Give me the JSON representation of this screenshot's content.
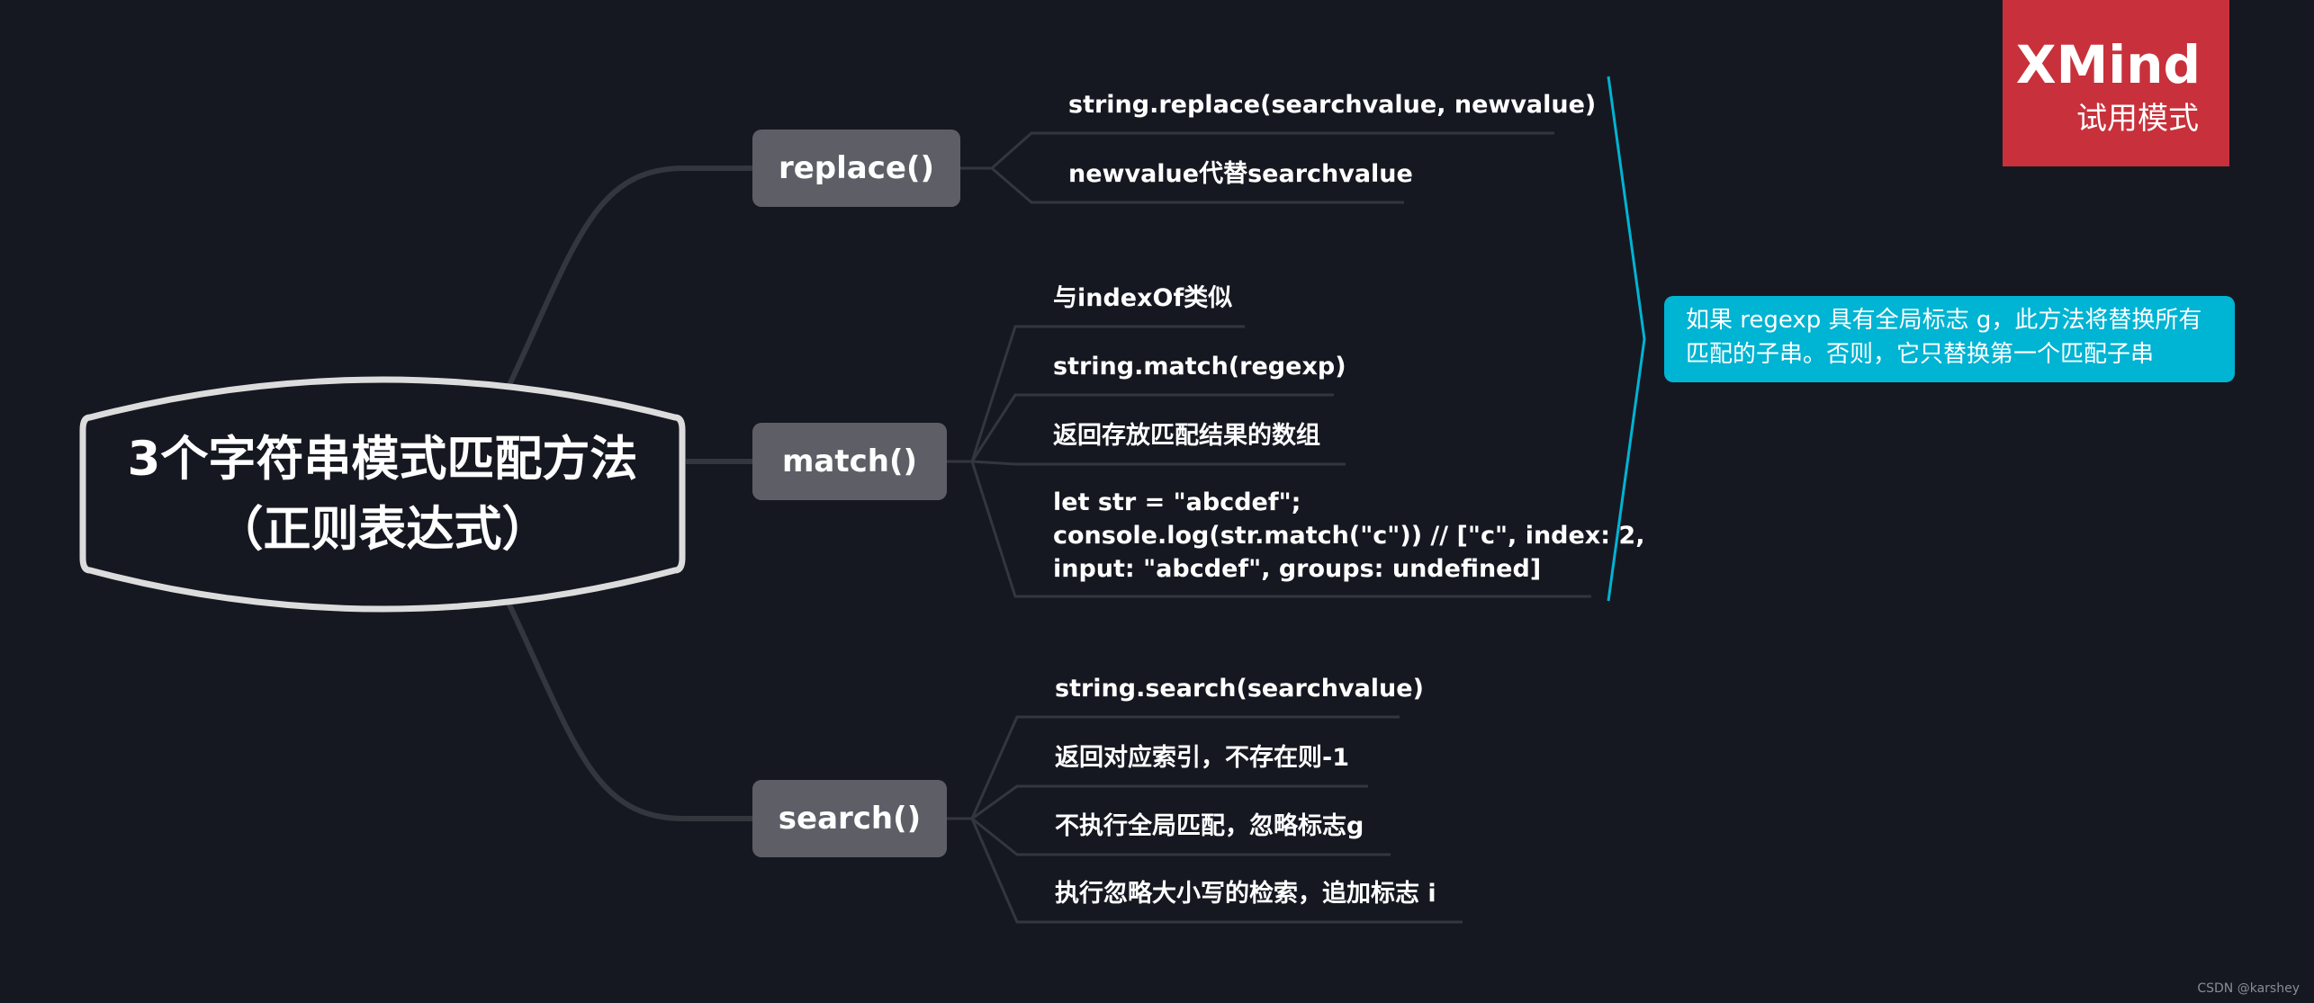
{
  "central_topic": "3个字符串模式匹配方法（正则表达式）",
  "topics": [
    {
      "key": "replace",
      "label": "replace()",
      "subtopics": [
        "string.replace(searchvalue, newvalue)",
        "newvalue代替searchvalue"
      ]
    },
    {
      "key": "match",
      "label": "match()",
      "subtopics": [
        "与indexOf类似",
        "string.match(regexp)",
        "返回存放匹配结果的数组",
        "let str = \"abcdef\";\nconsole.log(str.match(\"c\")) // [\"c\", index: 2,\ninput: \"abcdef\", groups: undefined]"
      ]
    },
    {
      "key": "search",
      "label": "search()",
      "subtopics": [
        "string.search(searchvalue)",
        "返回对应索引，不存在则-1",
        "不执行全局匹配，忽略标志g",
        "执行忽略大小写的检索，追加标志 i"
      ]
    }
  ],
  "summary_callout": "如果 regexp 具有全局标志 g，此方法将替换所有匹配的子串。否则，它只替换第一个匹配子串",
  "watermark": {
    "title": "XMind",
    "subtitle": "试用模式"
  },
  "credit": "CSDN @karshey",
  "colors": {
    "background": "#161821",
    "branch_line": "#34363e",
    "topic_fill": "#5e5f66",
    "central_outline": "#dcdcdc",
    "summary_bracket": "#00b4d3",
    "callout_fill": "#00b4d3",
    "watermark_fill": "#c8313b"
  }
}
